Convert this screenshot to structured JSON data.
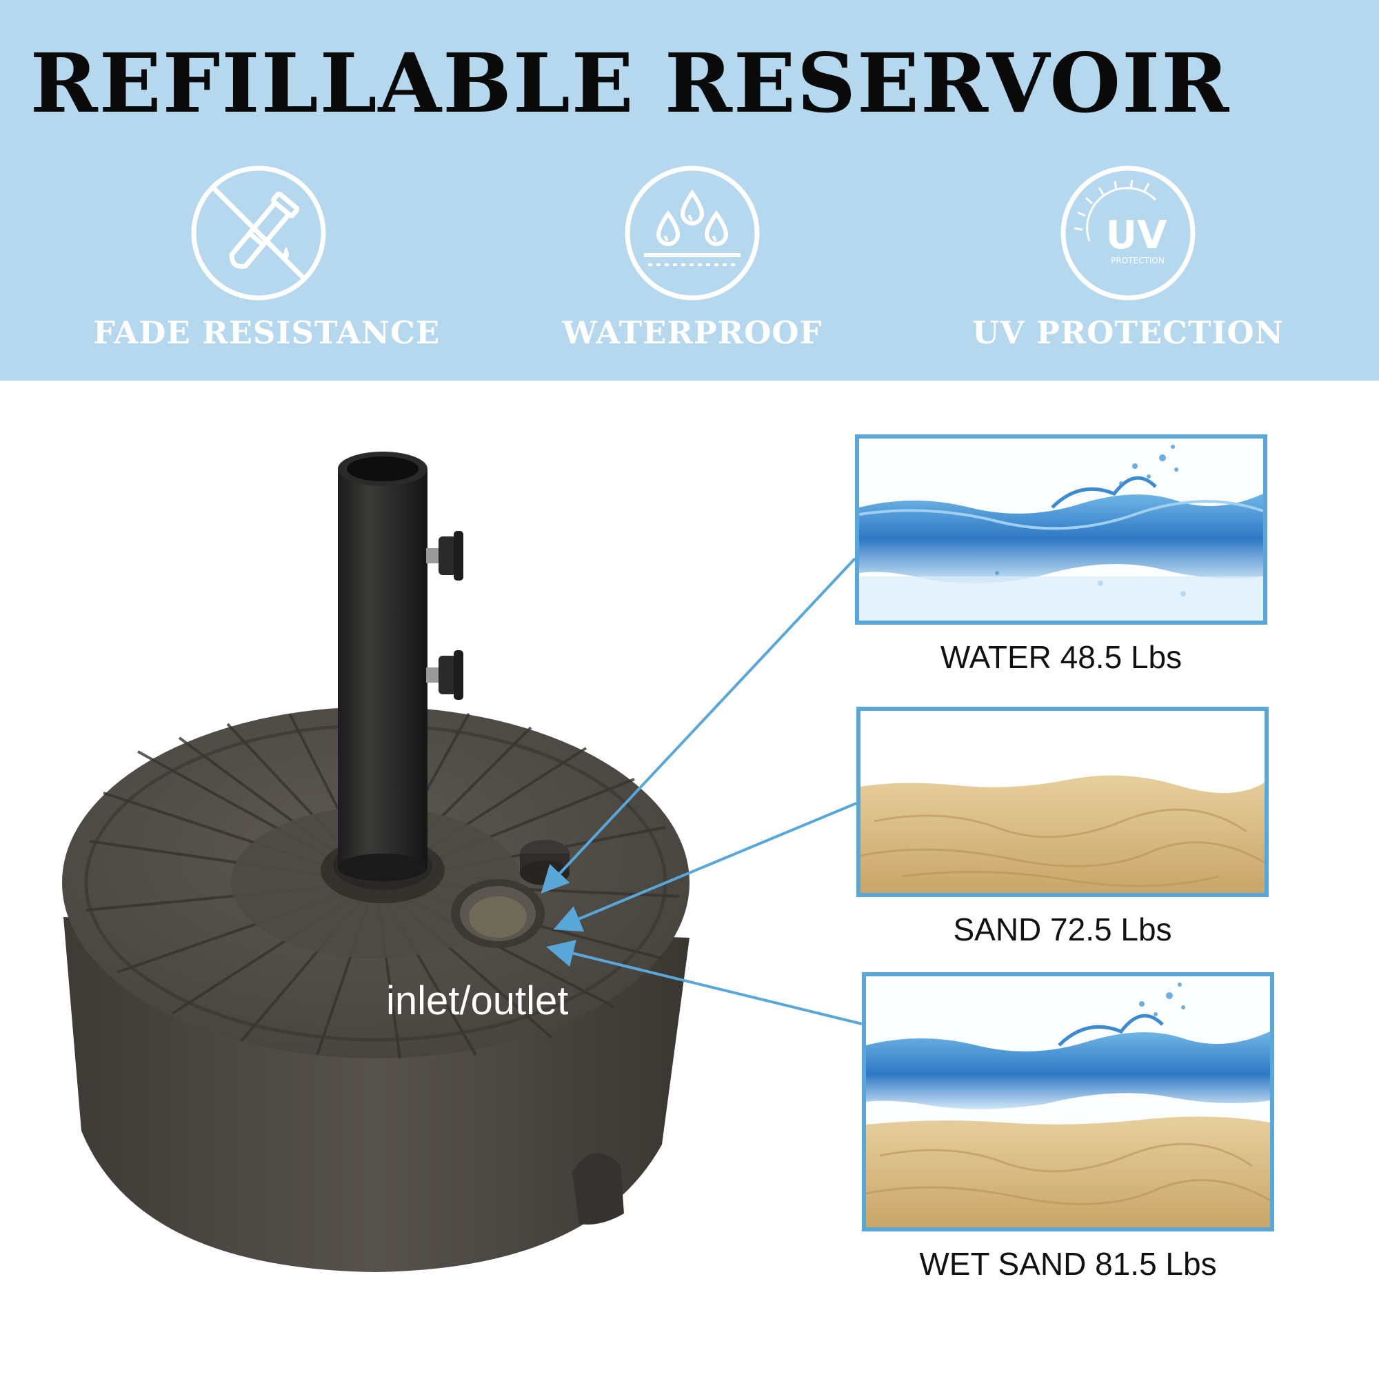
{
  "header": {
    "title": "REFILLABLE RESERVOIR"
  },
  "features": [
    {
      "icon": "fade-resistance-icon",
      "label": "FADE RESISTANCE"
    },
    {
      "icon": "waterproof-icon",
      "label": "WATERPROOF"
    },
    {
      "icon": "uv-protection-icon",
      "label": "UV PROTECTION",
      "icon_text": "UV",
      "icon_subtext": "PROTECTION"
    }
  ],
  "product": {
    "callout": "inlet/outlet"
  },
  "fill_options": [
    {
      "image": "water-image",
      "label": "WATER 48.5 Lbs"
    },
    {
      "image": "sand-image",
      "label": "SAND 72.5 Lbs"
    },
    {
      "image": "wet-sand-image",
      "label": "WET SAND 81.5 Lbs"
    }
  ],
  "colors": {
    "banner": "#b5d8ef",
    "accent": "#59a7d8",
    "base": "#4d4944"
  }
}
